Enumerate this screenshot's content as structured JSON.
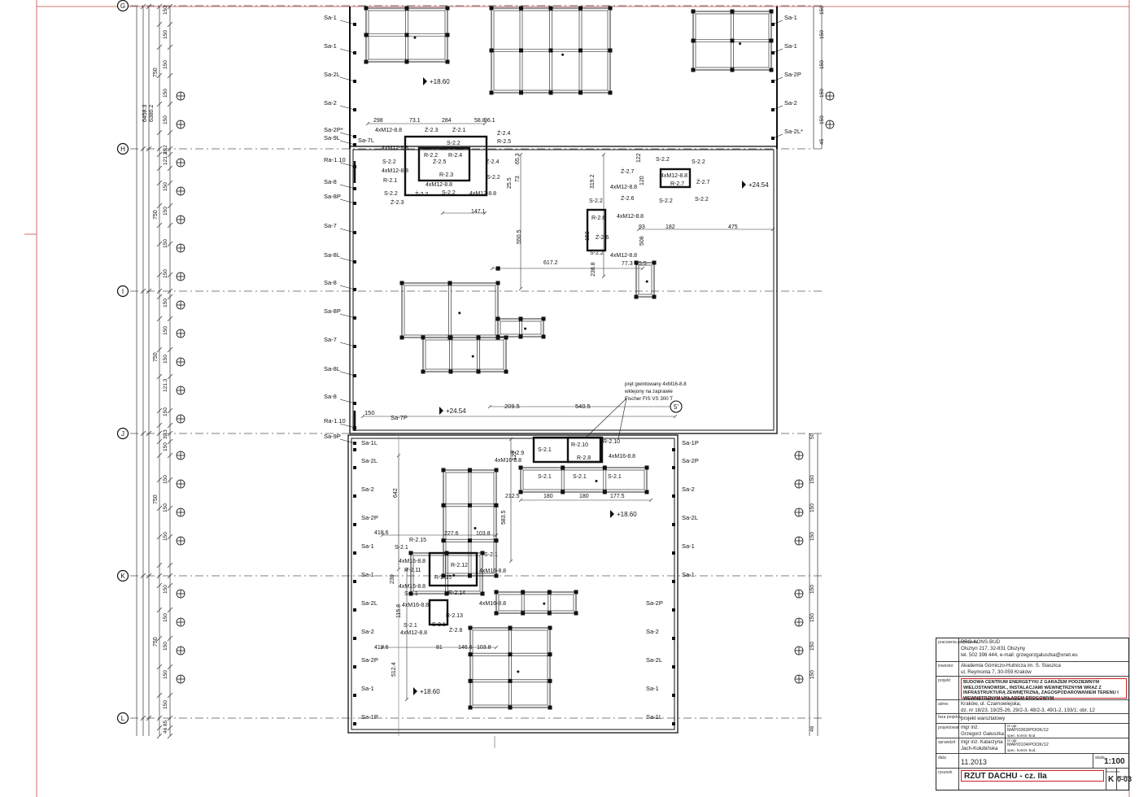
{
  "grid_axes": [
    {
      "id": "G",
      "label": "G"
    },
    {
      "id": "H",
      "label": "H"
    },
    {
      "id": "I",
      "label": "I"
    },
    {
      "id": "J",
      "label": "J"
    },
    {
      "id": "K",
      "label": "K"
    },
    {
      "id": "L",
      "label": "L"
    }
  ],
  "axis_5": "5'",
  "left_dims": {
    "outer": [
      "6458.3",
      "6380.2"
    ],
    "spans": [
      "750",
      "750",
      "750",
      "750",
      "750"
    ],
    "small": [
      "150",
      "150",
      "150",
      "150",
      "150",
      "121.3",
      "150",
      "150",
      "150",
      "150",
      "150",
      "150",
      "150",
      "121.3",
      "150",
      "150",
      "150",
      "150",
      "150",
      "150",
      "150",
      "150",
      "150",
      "150",
      "85",
      "46"
    ],
    "misc": [
      "28.2",
      "39.3",
      "50"
    ]
  },
  "right_dims": [
    "150",
    "150",
    "150",
    "150",
    "150",
    "45",
    "50",
    "150",
    "150",
    "150",
    "150",
    "150",
    "150",
    "150",
    "46"
  ],
  "left_anchors": [
    "Sa-1",
    "Sa-1",
    "Sa-2L",
    "Sa-2",
    "Sa-2P*",
    "Sa-9L",
    "Ra-1.10",
    "Sa-8",
    "Sa-8P",
    "Sa-7",
    "Sa-8L",
    "Sa-8",
    "Sa-8P",
    "Sa-7",
    "Sa-8L",
    "Sa-8",
    "Ra-1.10",
    "Sa-9P"
  ],
  "right_anchors_top": [
    "Sa-1",
    "Sa-1",
    "Sa-2P",
    "Sa-2",
    "Sa-2L*"
  ],
  "lower_left_anchors": [
    "Sa-1L",
    "Sa-2L",
    "Sa-2",
    "Sa-2P",
    "Sa-1",
    "Sa-1",
    "Sa-2L",
    "Sa-2",
    "Sa-2P",
    "Sa-1",
    "Sa-1P"
  ],
  "lower_right_anchors": [
    "Sa-1P",
    "Sa-2P",
    "Sa-2",
    "Sa-2L",
    "Sa-1",
    "Sa-1"
  ],
  "lower_inner_anchors": [
    "Sa-2P",
    "Sa-2",
    "Sa-2L",
    "Sa-1",
    "Sa-1L"
  ],
  "sa7l": "Sa-7L",
  "sa7p": "Sa-7P",
  "levels": [
    "+18.60",
    "+24.54",
    "+24.54",
    "+18.60",
    "+18.60"
  ],
  "group1": {
    "dims": [
      "298",
      "73.1",
      "284",
      "58.8",
      "36.1"
    ],
    "labels": [
      "4xM12-8.8",
      "Ż-2.3",
      "Ż-2.1",
      "Ż-2.4",
      "S-2.2",
      "R-2.5",
      "4xM12-8.8",
      "S-2.2",
      "R-2.2",
      "R-2.4",
      "Ż-2.4",
      "4xM12-8.8",
      "Ż-2.5",
      "R-2.1",
      "R-2.3",
      "S-2.2",
      "4xM12-8.8",
      "S-2.2",
      "Ż-2.2",
      "S-2.2",
      "4xM12-8.8",
      "Ż-2.3",
      "147.1",
      "25.5",
      "65.3",
      "73",
      "550.5",
      "617.2"
    ]
  },
  "group2": {
    "labels": [
      "S-2.2",
      "S-2.2",
      "Ż-2.7",
      "4xM12-8.8",
      "R-2.7",
      "Ż-2.7",
      "4xM12-8.8",
      "S-2.2",
      "S-2.2",
      "Ż-2.6",
      "S-2.2",
      "R-2.6",
      "4xM12-8.8",
      "Ż-2.6",
      "S-2.2",
      "4xM12-8.8",
      "77.3",
      "55.5",
      "319.2",
      "93",
      "182",
      "475",
      "122",
      "120",
      "152",
      "508",
      "238.8"
    ]
  },
  "group3": {
    "note": [
      "pręt gwintowany 4xM16-8.8",
      "wklejony na zaprawie",
      "Fischer FIS VS 300 T"
    ],
    "dims": [
      "150",
      "209.5",
      "540.5"
    ],
    "labels": [
      "R-2.9",
      "S-2.1",
      "R-2.10",
      "R-2.10",
      "R-2.8",
      "4xM16-8.8",
      "4xM16-8.8",
      "S-2.1",
      "S-2.1",
      "S-2.1",
      "212.5",
      "180",
      "180",
      "177.5",
      "122",
      "642",
      "583.5"
    ]
  },
  "group4": {
    "labels": [
      "418.6",
      "227.6",
      "103.8",
      "R-2.15",
      "S-2.1",
      "4xM16-8.8",
      "S-2.1",
      "R-2.12",
      "R-2.11",
      "4xM16-8.8",
      "R-2.15",
      "4xM16-8.8",
      "S-2.1",
      "4xM16-8.8",
      "R-2.14",
      "S-2.1",
      "4xM16-8.8",
      "R-2.13",
      "S-2.1",
      "4xM12-8.8",
      "Ż-2.8",
      "418.6",
      "81",
      "146.6",
      "103.8",
      "230",
      "115.8",
      "512.4"
    ]
  },
  "title_block": {
    "designer_lab": "pracownia projektowa",
    "designer": [
      "PRO-KONS-BUD",
      "Olsztyn 217, 32-831 Olszyny",
      "tel. 502 398 444, e-mail: grzegorzgaluszka@onet.eu"
    ],
    "investor_lab": "inwestor",
    "investor": [
      "Akademia Górniczo-Hutnicza im. S. Staszica",
      "ul. Reymonta 7, 30-059 Kraków"
    ],
    "project_lab": "projekt",
    "project": "BUDOWA CENTRUM ENERGETYKI Z GARAŻEM PODZIEMNYM WIELOSTANOWISK., INSTALACJAMI WEWNĘTRZNYMI WRAZ Z INFRASTRUKTURĄ ZEWNĘTRZNĄ, ZAGOSPODAROWANIEM TERENU I WEWNĘTRZNYM UKŁADEM DROGOWYM",
    "address_lab": "adres",
    "address": [
      "Kraków, ul. Czarnowiejska,",
      "dz. nr 18/23, 19/25-26, 29/2-3, 48/2-3, 49/1-2, 193/1; obr. 12"
    ],
    "phase_lab": "faza projektu",
    "phase": "projekt warsztatowy",
    "designer2_lab": "projektował",
    "designer2": [
      "mgr inż.",
      "Grzegorz Gałuszka"
    ],
    "designer2_perm": [
      "nr upr.",
      "MAP/0363/POOK/12",
      "spec. konstr.-bud."
    ],
    "checker_lab": "sprawdził",
    "checker": [
      "mgr inż. Katarzyna",
      "Jach-Kołubińska"
    ],
    "checker_perm": [
      "nr upr.",
      "MAP/0104/POOK/12",
      "spec. konstr.-bud."
    ],
    "date_lab": "data",
    "date": "11.2013",
    "scale_lab": "skala",
    "scale": "1:100",
    "drawing_lab": "rysunek",
    "drawing": "RZUT DACHU - cz. IIa",
    "branch_lab": "branża",
    "branch": "K",
    "number_lab": "nr rysunku",
    "number": "0-03"
  }
}
